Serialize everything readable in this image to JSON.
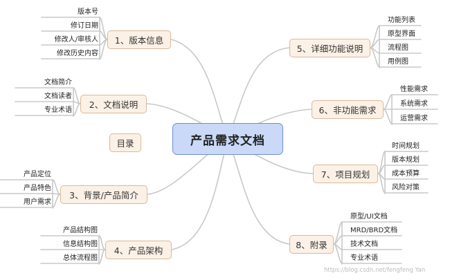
{
  "center": {
    "label": "产品需求文档"
  },
  "standalone": {
    "label": "目录"
  },
  "branches": [
    {
      "label": "1、版本信息",
      "children": [
        "版本号",
        "修订日期",
        "修改人/审核人",
        "修改历史内容"
      ]
    },
    {
      "label": "2、文档说明",
      "children": [
        "文档简介",
        "文档读者",
        "专业术语"
      ]
    },
    {
      "label": "3、背景/产品简介",
      "children": [
        "产品定位",
        "产品特色",
        "用户需求"
      ]
    },
    {
      "label": "4、产品架构",
      "children": [
        "产品结构图",
        "信息结构图",
        "总体流程图"
      ]
    },
    {
      "label": "5、详细功能说明",
      "children": [
        "功能列表",
        "原型界面",
        "流程图",
        "用例图"
      ]
    },
    {
      "label": "6、非功能需求",
      "children": [
        "性能需求",
        "系统需求",
        "运营需求"
      ]
    },
    {
      "label": "7、项目规划",
      "children": [
        "时间规划",
        "版本规划",
        "成本预算",
        "风险对策"
      ]
    },
    {
      "label": "8、附录",
      "children": [
        "原型/UI文档",
        "MRD/BRD文档",
        "技术文档",
        "专业术语"
      ]
    }
  ],
  "watermark": "https://blog.csdn.net/fengfeng Yan",
  "colors": {
    "center_fill": "#c9d9f7",
    "branch_fill": "#fbf1e6",
    "line": "#c8c8c8"
  }
}
